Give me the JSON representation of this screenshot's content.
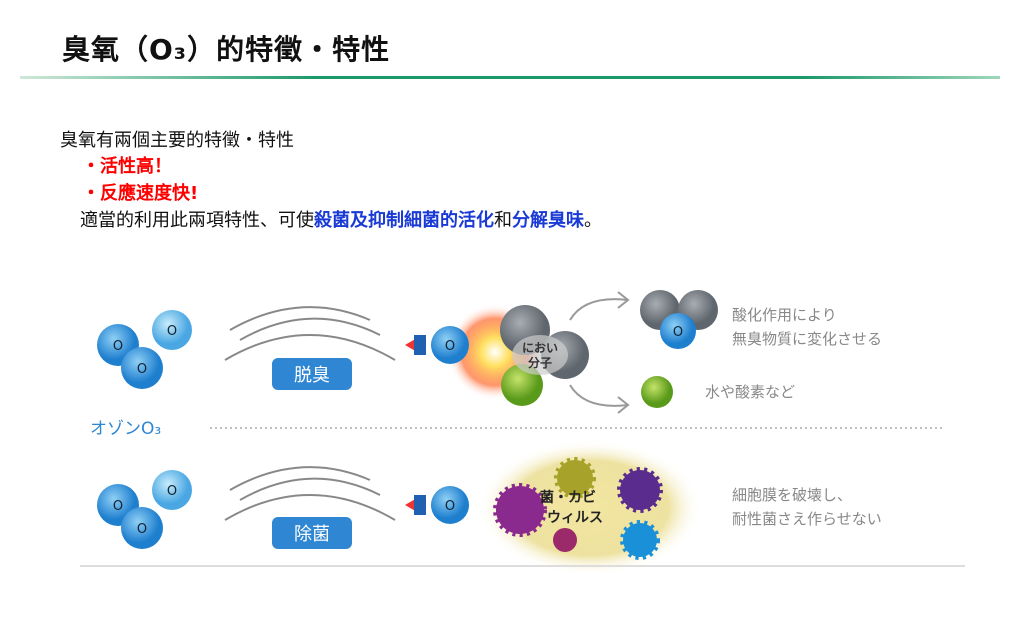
{
  "title": "臭氧（O₃）的特徵・特性",
  "intro": "臭氧有兩個主要的特徵・特性",
  "bullets": [
    "・活性高！",
    "・反應速度快!"
  ],
  "summary": {
    "part1": "適當的利用此兩項特性、可使",
    "highlight1": "殺菌及抑制細菌的活化",
    "part2": "和",
    "highlight2": "分解臭味",
    "end": "。"
  },
  "diagram": {
    "ozone_label": "オゾンO₃",
    "molecule_letter": "O",
    "deodorize": {
      "button": "脱臭",
      "odor_label_1": "におい",
      "odor_label_2": "分子",
      "result1_line1": "酸化作用により",
      "result1_line2": "無臭物質に変化させる",
      "result2": "水や酸素など"
    },
    "sterilize": {
      "button": "除菌",
      "germ_label_1": "菌・カビ",
      "germ_label_2": "ウィルス",
      "result_line1": "細胞膜を破壊し、",
      "result_line2": "耐性菌さえ作らせない"
    }
  },
  "colors": {
    "accent_green": "#1a9a6a",
    "red": "#ff0000",
    "blue": "#1a3ad6",
    "button_blue": "#2f86d2"
  }
}
